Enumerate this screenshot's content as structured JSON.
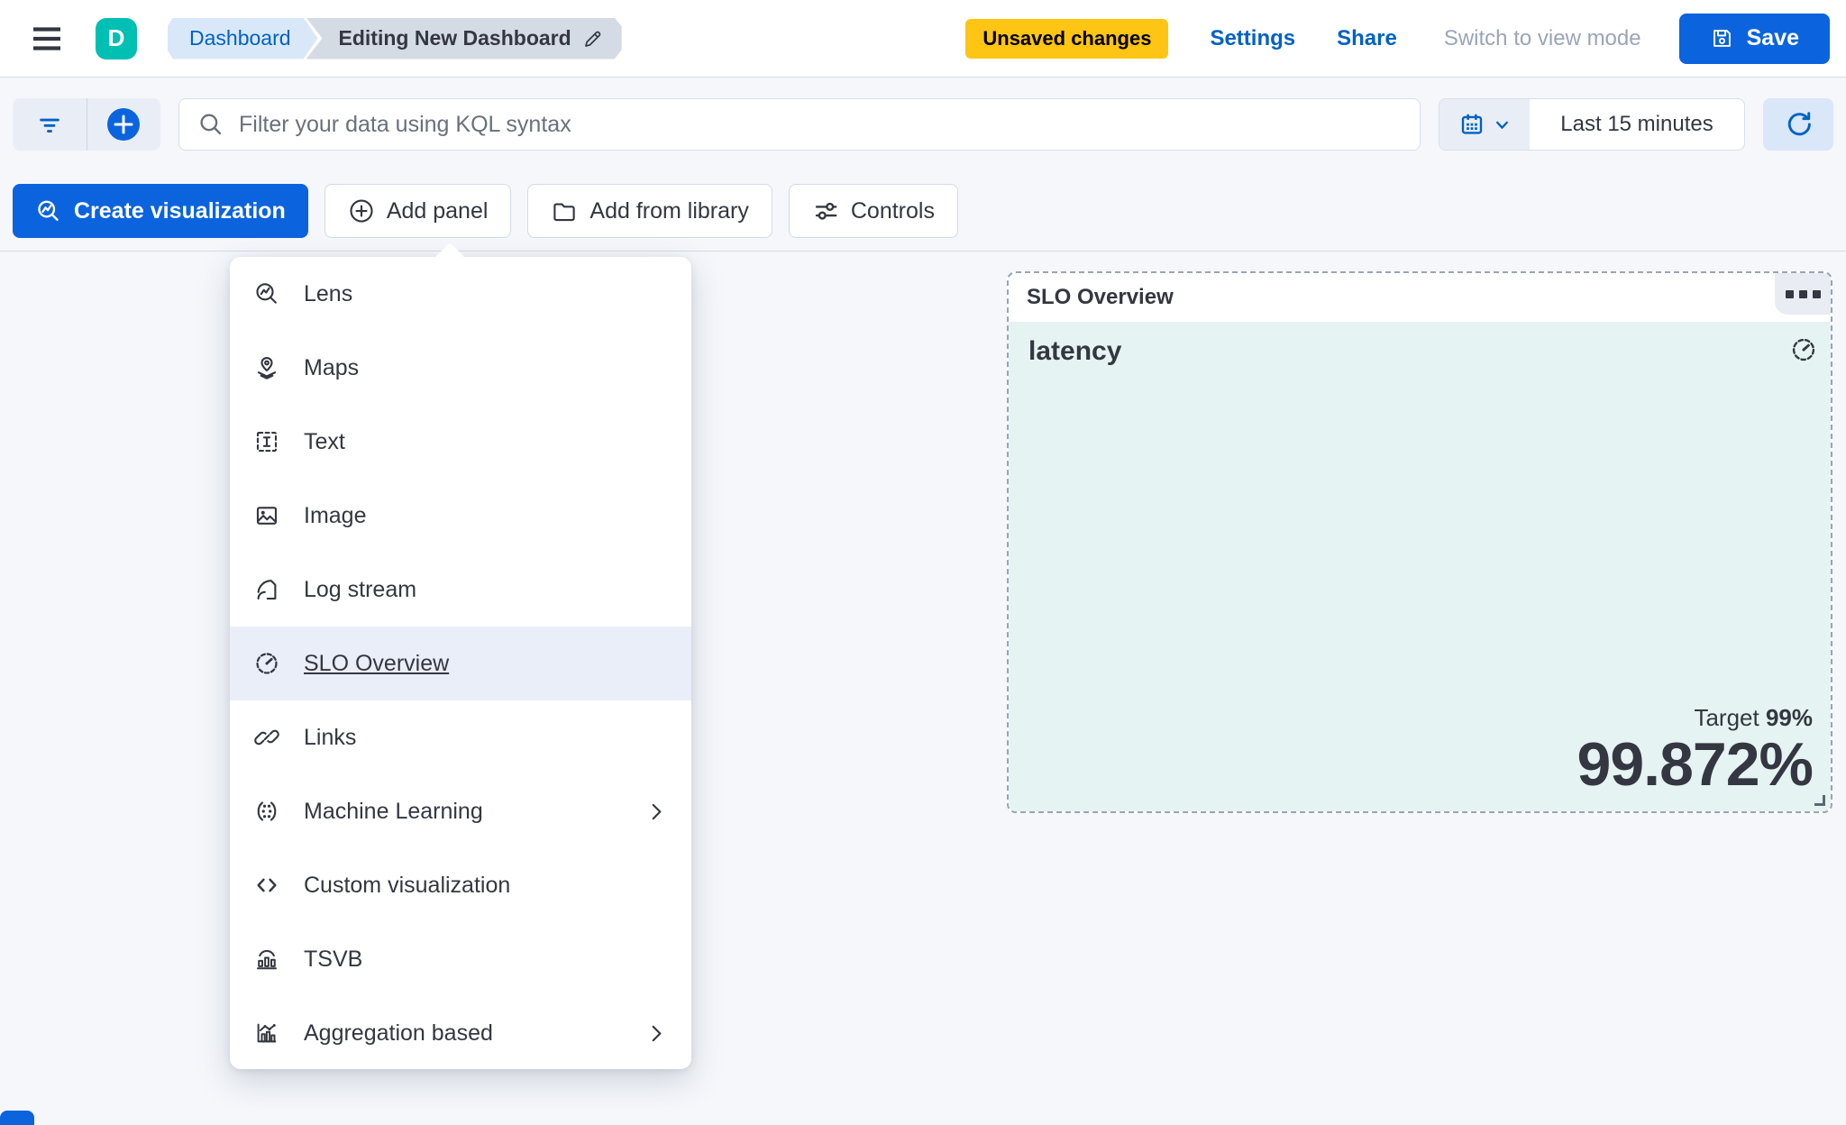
{
  "topbar": {
    "logo_letter": "D",
    "breadcrumb": {
      "root": "Dashboard",
      "current": "Editing New Dashboard"
    },
    "unsaved_badge": "Unsaved changes",
    "settings_label": "Settings",
    "share_label": "Share",
    "view_mode_label": "Switch to view mode",
    "save_label": "Save"
  },
  "filterbar": {
    "search_placeholder": "Filter your data using KQL syntax",
    "time_range": "Last 15 minutes"
  },
  "actions": {
    "create_visualization": "Create visualization",
    "add_panel": "Add panel",
    "add_from_library": "Add from library",
    "controls": "Controls"
  },
  "menu": {
    "items": [
      {
        "label": "Lens",
        "icon": "lens-icon",
        "has_submenu": false,
        "selected": false
      },
      {
        "label": "Maps",
        "icon": "maps-icon",
        "has_submenu": false,
        "selected": false
      },
      {
        "label": "Text",
        "icon": "text-icon",
        "has_submenu": false,
        "selected": false
      },
      {
        "label": "Image",
        "icon": "image-icon",
        "has_submenu": false,
        "selected": false
      },
      {
        "label": "Log stream",
        "icon": "log-stream-icon",
        "has_submenu": false,
        "selected": false
      },
      {
        "label": "SLO Overview",
        "icon": "slo-gauge-icon",
        "has_submenu": false,
        "selected": true
      },
      {
        "label": "Links",
        "icon": "link-icon",
        "has_submenu": false,
        "selected": false
      },
      {
        "label": "Machine Learning",
        "icon": "machine-learning-icon",
        "has_submenu": true,
        "selected": false
      },
      {
        "label": "Custom visualization",
        "icon": "code-icon",
        "has_submenu": false,
        "selected": false
      },
      {
        "label": "TSVB",
        "icon": "tsvb-icon",
        "has_submenu": false,
        "selected": false
      },
      {
        "label": "Aggregation based",
        "icon": "aggregation-icon",
        "has_submenu": true,
        "selected": false
      }
    ]
  },
  "panel": {
    "title": "SLO Overview",
    "slo_name": "latency",
    "target_label": "Target",
    "target_value": "99%",
    "value": "99.872%"
  },
  "colors": {
    "primary_blue": "#0b64dd",
    "link_blue": "#0061c5",
    "logo_teal": "#00bfb3",
    "badge_yellow": "#fec514",
    "text_dark": "#343741",
    "text_subtle": "#69707d",
    "text_disabled": "#9aa5b8",
    "border": "#d3dae6",
    "panel_mint": "#e5f4f2",
    "menu_selection": "#e9eef9",
    "canvas_bg": "#f5f7fb"
  }
}
